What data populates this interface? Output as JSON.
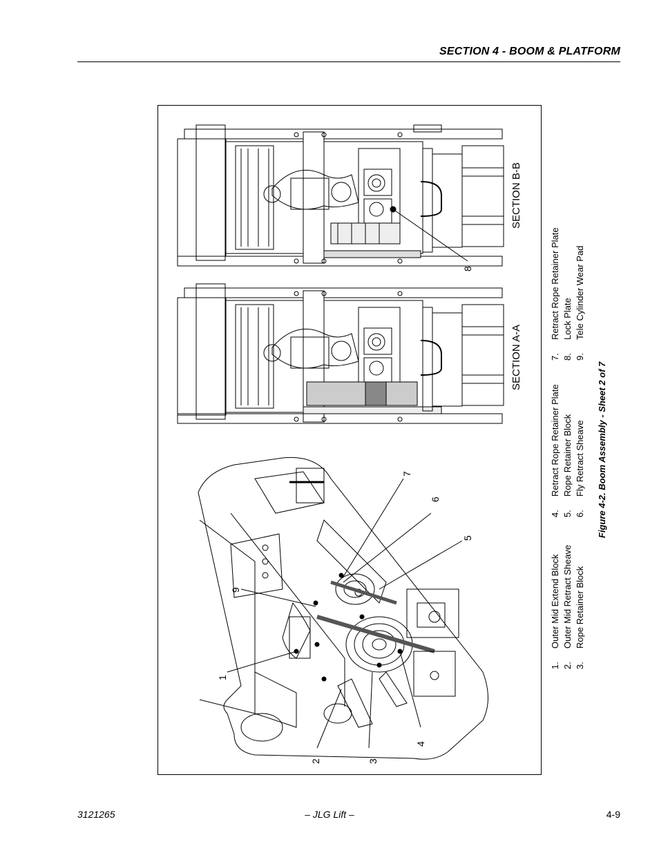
{
  "header": {
    "section_title": "SECTION 4 - BOOM & PLATFORM"
  },
  "figure": {
    "section_a_label": "SECTION A-A",
    "section_b_label": "SECTION B-B",
    "callouts": [
      "1",
      "2",
      "3",
      "4",
      "5",
      "6",
      "7",
      "8",
      "9"
    ],
    "legend": [
      {
        "num": "1.",
        "text": "Outer Mid Extend Block"
      },
      {
        "num": "2.",
        "text": "Outer Mid Retract Sheave"
      },
      {
        "num": "3.",
        "text": "Rope Retainer Block"
      },
      {
        "num": "4.",
        "text": "Retract Rope Retainer Plate"
      },
      {
        "num": "5.",
        "text": "Rope Retainer Block"
      },
      {
        "num": "6.",
        "text": "Fly Retract Sheave"
      },
      {
        "num": "7.",
        "text": "Retract Rope Retainer Plate"
      },
      {
        "num": "8.",
        "text": "Lock Plate"
      },
      {
        "num": "9.",
        "text": "Tele Cylinder Wear Pad"
      }
    ],
    "caption": "Figure 4-2.  Boom Assembly - Sheet 2 of 7"
  },
  "footer": {
    "doc_number": "3121265",
    "center": "– JLG Lift –",
    "page": "4-9"
  }
}
